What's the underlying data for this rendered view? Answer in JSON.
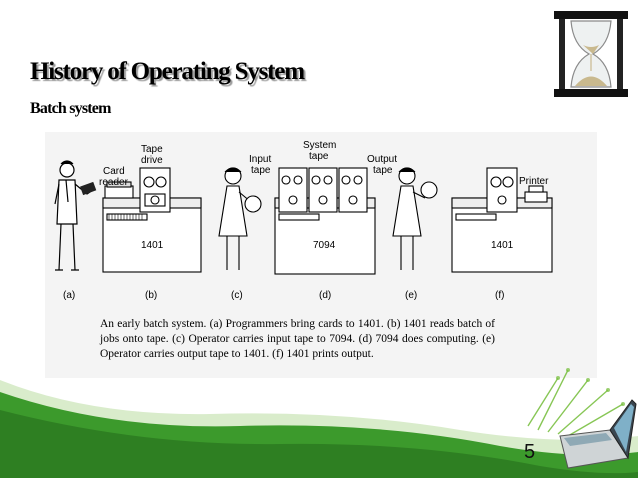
{
  "slide": {
    "title": "History of Operating System",
    "subtitle": "Batch system",
    "page_number": "5"
  },
  "figure": {
    "labels": {
      "card_reader_1": "Card",
      "card_reader_2": "reader",
      "tape_drive_1": "Tape",
      "tape_drive_2": "drive",
      "input_tape_1": "Input",
      "input_tape_2": "tape",
      "system_tape_1": "System",
      "system_tape_2": "tape",
      "output_tape_1": "Output",
      "output_tape_2": "tape",
      "printer": "Printer",
      "machine_b": "1401",
      "machine_d": "7094",
      "machine_f": "1401"
    },
    "panels": [
      "(a)",
      "(b)",
      "(c)",
      "(d)",
      "(e)",
      "(f)"
    ],
    "caption": "An early batch system. (a) Programmers bring cards to 1401. (b) 1401 reads batch of jobs onto tape. (c) Operator carries input tape to 7094. (d) 7094 does computing. (e) Operator carries output tape to 1401. (f) 1401 prints output."
  },
  "colors": {
    "wave_green": "#3c9a2c",
    "wave_light": "#bfe0a8",
    "hourglass_frame": "#111111",
    "sand": "#c9b98e"
  },
  "icons": [
    "hourglass-icon",
    "laptop-icon"
  ]
}
